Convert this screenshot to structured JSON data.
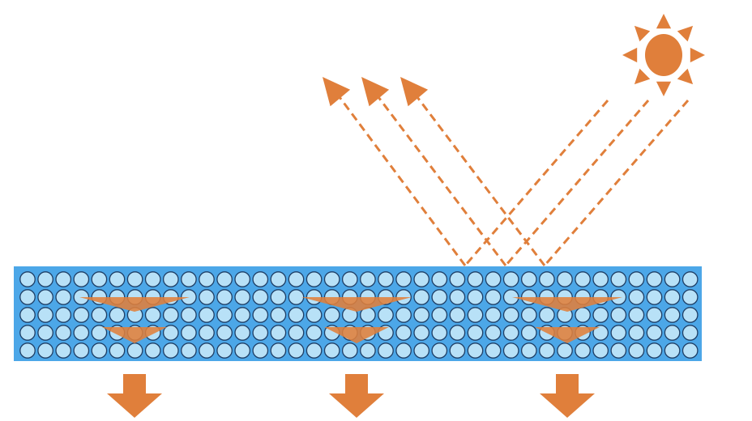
{
  "diagram": {
    "colors": {
      "background": "#ffffff",
      "accent": "#E07F3B",
      "layer": "#4CA7E8",
      "particle_fill": "#B8E1F7",
      "particle_stroke": "#1F3F66"
    },
    "icons": {
      "sun": "sun-icon",
      "down_arrow": "down-arrow-icon",
      "ray_arrowhead": "arrowhead-icon"
    },
    "incoming_rays": 3,
    "reflected_rays": 3,
    "absorption_regions": 3,
    "downward_arrows": 3,
    "particle_rows": 5
  }
}
